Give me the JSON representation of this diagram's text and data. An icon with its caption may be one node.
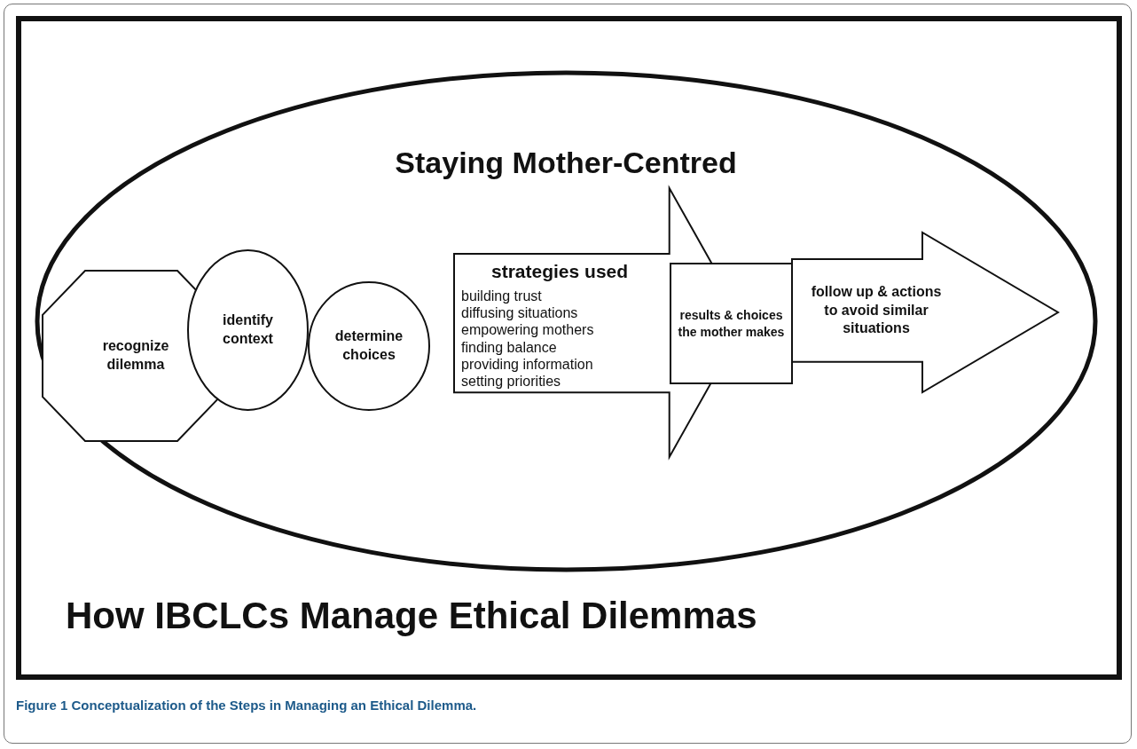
{
  "diagram": {
    "caption": "Figure 1 Conceptualization of the Steps in Managing an Ethical Dilemma.",
    "nodes": [
      {
        "text": [
          "How IBCLCs Manage Ethical Dilemmas"
        ]
      },
      {
        "text": [
          "Staying Mother-Centred"
        ],
        "in": 0
      },
      {
        "text": [
          "recognize dilemma"
        ],
        "in": 1
      },
      {
        "text": [
          "identify context"
        ],
        "in": 1
      },
      {
        "text": [
          "determine choices"
        ],
        "in": 1
      },
      {
        "text": [
          "strategies used",
          "building trust",
          "diffusing situations",
          "empowering mothers",
          "finding balance",
          "providing information",
          "setting priorities"
        ],
        "in": 1
      },
      {
        "text": [
          "results & choices the mother makes"
        ],
        "in": 1
      },
      {
        "text": [
          "follow up & actions to avoid similar situations"
        ],
        "in": 1
      }
    ]
  }
}
